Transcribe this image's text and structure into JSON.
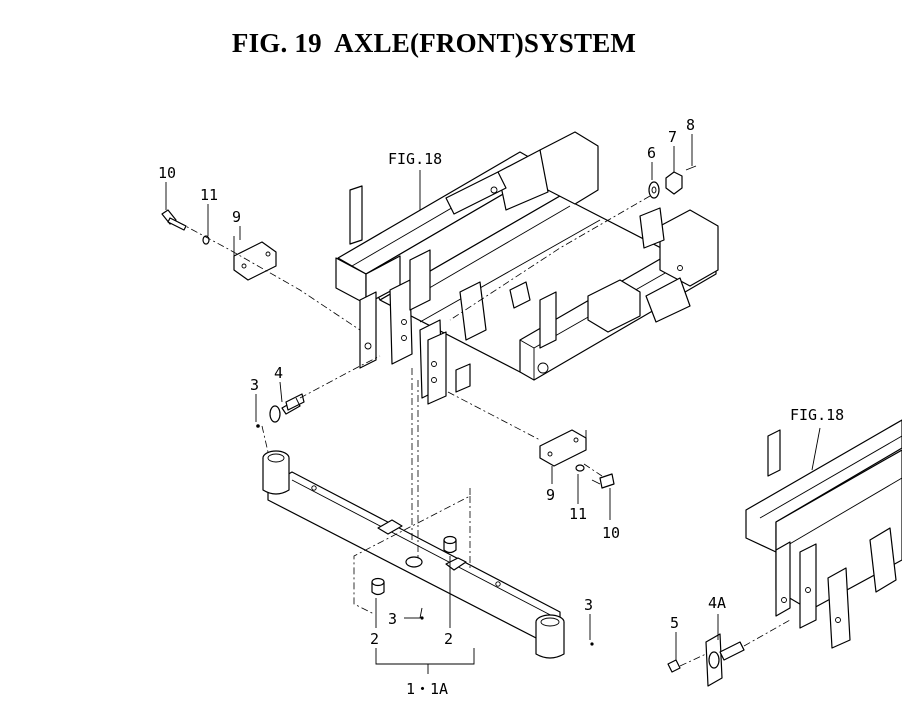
{
  "title": "FIG. 19  AXLE(FRONT)SYSTEM",
  "labels": {
    "fig18_main": "FIG.18",
    "fig18_inset": "FIG.18",
    "p10_left": "10",
    "p11_left": "11",
    "p9_left": "9",
    "p6": "6",
    "p7": "7",
    "p8": "8",
    "p3_top": "3",
    "p4": "4",
    "p9_right": "9",
    "p11_right": "11",
    "p10_right": "10",
    "p2_left": "2",
    "p3_mid": "3",
    "p2_right": "2",
    "p3_right": "3",
    "p1_1a": "1・1A",
    "p4a": "4A",
    "p5": "5"
  }
}
